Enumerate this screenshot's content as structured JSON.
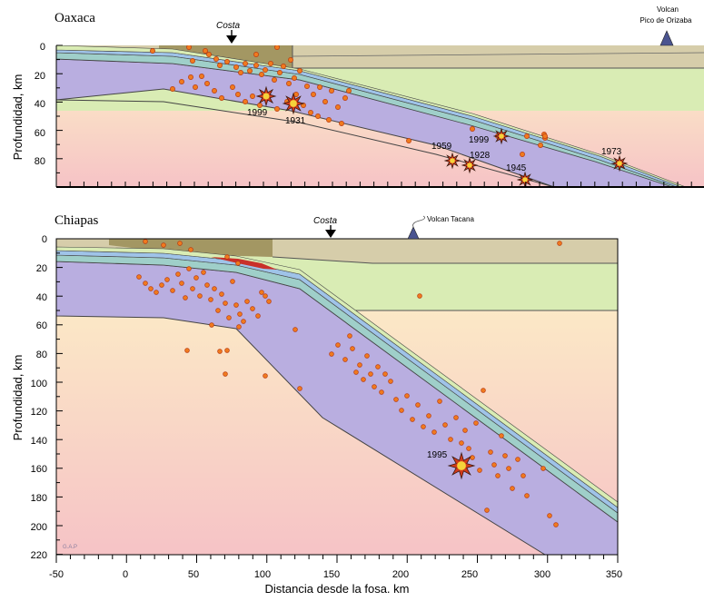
{
  "panels": {
    "oaxaca": {
      "title": "Oaxaca",
      "coast_label": "Costa",
      "volcano_label_line1": "Volcan",
      "volcano_label_line2": "Pico de Orizaba",
      "y_label": "Profundidad, km",
      "y_ticks": [
        "0",
        "20",
        "40",
        "60",
        "80"
      ],
      "events": [
        "1999",
        "1931",
        "1959",
        "1928",
        "1999",
        "1945",
        "1973"
      ]
    },
    "chiapas": {
      "title": "Chiapas",
      "coast_label": "Costa",
      "volcano_label": "Volcan Tacana",
      "y_label": "Profundidad, km",
      "y_ticks": [
        "0",
        "20",
        "40",
        "60",
        "80",
        "100",
        "120",
        "140",
        "160",
        "180",
        "200",
        "220"
      ],
      "events": [
        "1995"
      ],
      "credit": "G.A.P"
    }
  },
  "x_axis": {
    "label": "Distancia desde la fosa. km",
    "ticks": [
      "-50",
      "0",
      "50",
      "100",
      "150",
      "200",
      "250",
      "300",
      "350"
    ]
  },
  "colors": {
    "slab": "#b9aee0",
    "mantle_top": "#fdf4c8",
    "mantle_bottom": "#f6c6c6",
    "crust_green": "#d9ecb4",
    "crust_tan": "#d6cdaa",
    "crust_dark": "#a09460",
    "plate_teal": "#9fcfc9",
    "plate_blue": "#9fc3e8",
    "quake": "#f07a1e",
    "star": "#d23a1a"
  }
}
